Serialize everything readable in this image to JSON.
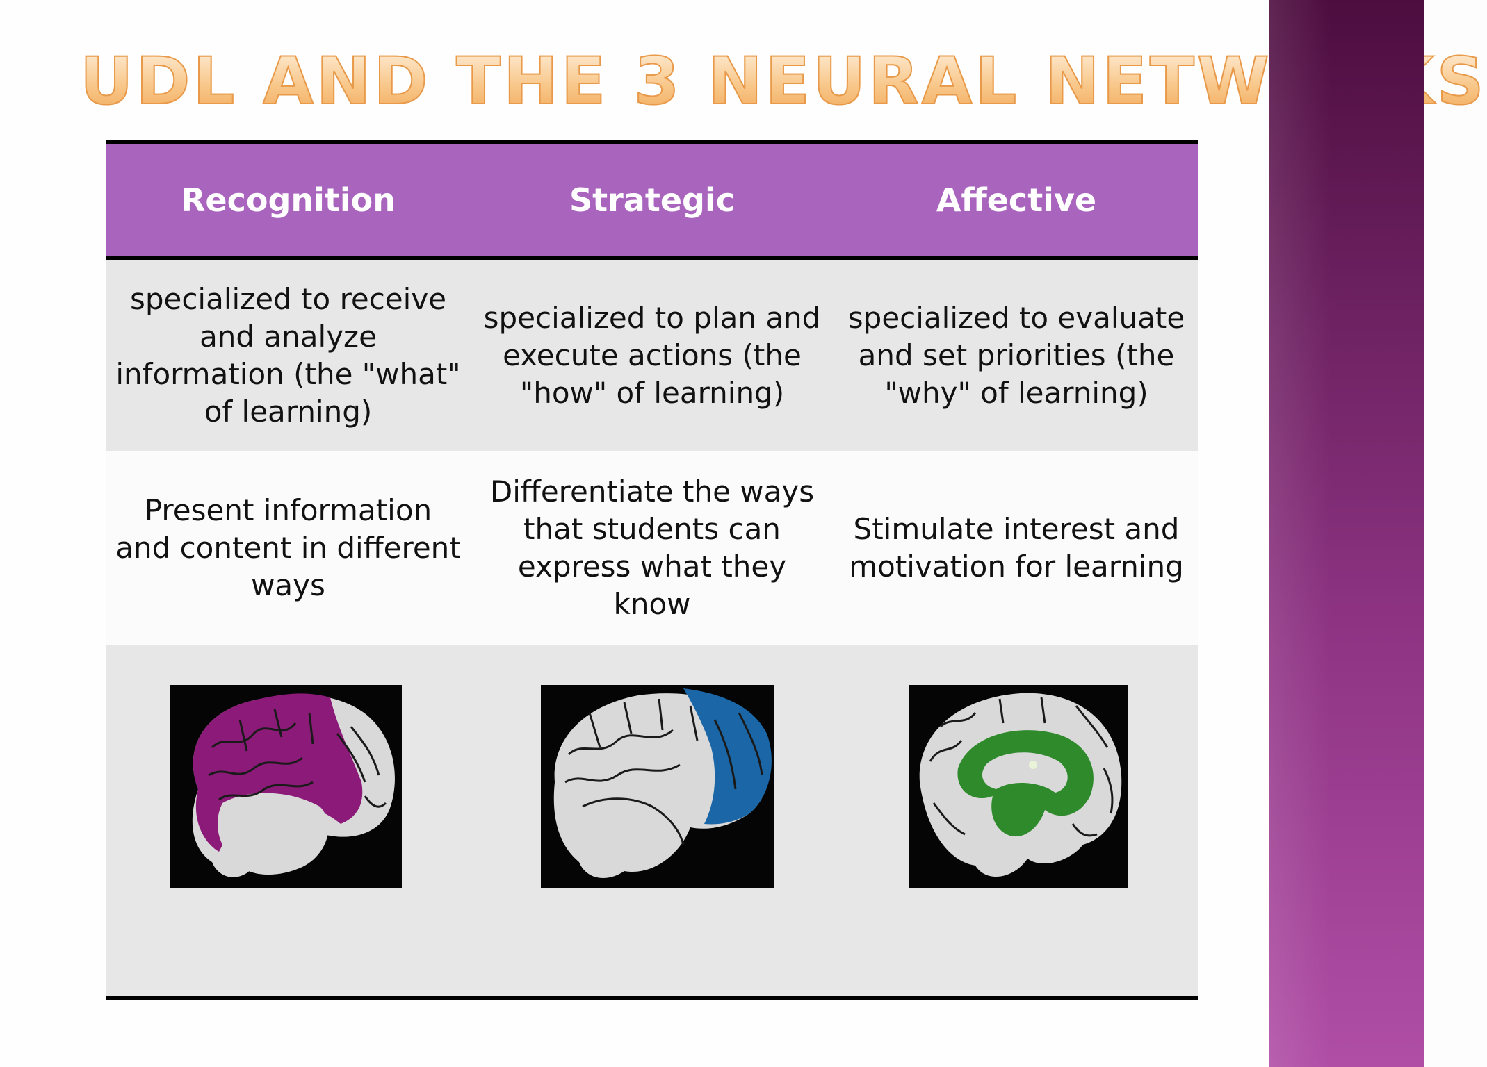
{
  "title": "UDL AND THE 3 NEURAL NETWORKS",
  "columns": [
    {
      "header": "Recognition",
      "description": "specialized to receive and analyze information (the \"what\" of learning)",
      "action": "Present information and content in different ways",
      "highlight_color": "#8c1a78"
    },
    {
      "header": "Strategic",
      "description": "specialized to plan and execute actions (the \"how\" of learning)",
      "action": "Differentiate the ways that students can express what they know",
      "highlight_color": "#1a66a6"
    },
    {
      "header": "Affective",
      "description": "specialized to evaluate and set priorities (the \"why\" of learning)",
      "action": "Stimulate interest and motivation for learning",
      "highlight_color": "#2f8a2c"
    }
  ],
  "colors": {
    "header_bg": "#a965bd",
    "side_band_top": "#4d0d3f",
    "side_band_bottom": "#b04ea6"
  },
  "icons": [
    "brain-recognition-icon",
    "brain-strategic-icon",
    "brain-affective-icon"
  ]
}
